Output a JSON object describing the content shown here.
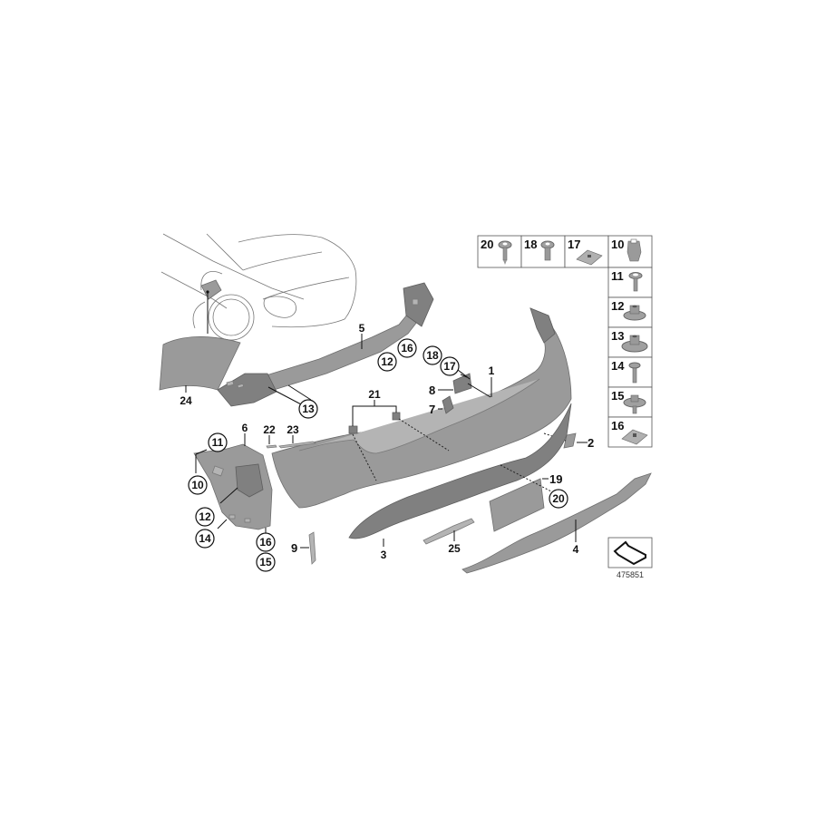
{
  "diagram": {
    "reference_number": "475851",
    "callouts_plain": [
      {
        "id": "1",
        "label": "1"
      },
      {
        "id": "2",
        "label": "2"
      },
      {
        "id": "3",
        "label": "3"
      },
      {
        "id": "4",
        "label": "4"
      },
      {
        "id": "5",
        "label": "5"
      },
      {
        "id": "6",
        "label": "6"
      },
      {
        "id": "7",
        "label": "7"
      },
      {
        "id": "8",
        "label": "8"
      },
      {
        "id": "9",
        "label": "9"
      },
      {
        "id": "19",
        "label": "19"
      },
      {
        "id": "21",
        "label": "21"
      },
      {
        "id": "22",
        "label": "22"
      },
      {
        "id": "23",
        "label": "23"
      },
      {
        "id": "24",
        "label": "24"
      },
      {
        "id": "25",
        "label": "25"
      }
    ],
    "callouts_circled": [
      {
        "id": "c16a",
        "label": "16"
      },
      {
        "id": "c12a",
        "label": "12"
      },
      {
        "id": "c13",
        "label": "13"
      },
      {
        "id": "c18",
        "label": "18"
      },
      {
        "id": "c17",
        "label": "17"
      },
      {
        "id": "c11",
        "label": "11"
      },
      {
        "id": "c10",
        "label": "10"
      },
      {
        "id": "c12b",
        "label": "12"
      },
      {
        "id": "c14",
        "label": "14"
      },
      {
        "id": "c16b",
        "label": "16"
      },
      {
        "id": "c15",
        "label": "15"
      },
      {
        "id": "c20",
        "label": "20"
      }
    ],
    "fastener_table": {
      "top_row": [
        {
          "label": "20",
          "part": "screw"
        },
        {
          "label": "18",
          "part": "screw"
        },
        {
          "label": "17",
          "part": "clip-nut"
        },
        {
          "label": "10",
          "part": "expanding-nut"
        }
      ],
      "right_column": [
        {
          "label": "11",
          "part": "screw"
        },
        {
          "label": "12",
          "part": "nut"
        },
        {
          "label": "13",
          "part": "collar-nut"
        },
        {
          "label": "14",
          "part": "screw"
        },
        {
          "label": "15",
          "part": "collar-screw"
        },
        {
          "label": "16",
          "part": "clip-nut"
        }
      ]
    }
  }
}
